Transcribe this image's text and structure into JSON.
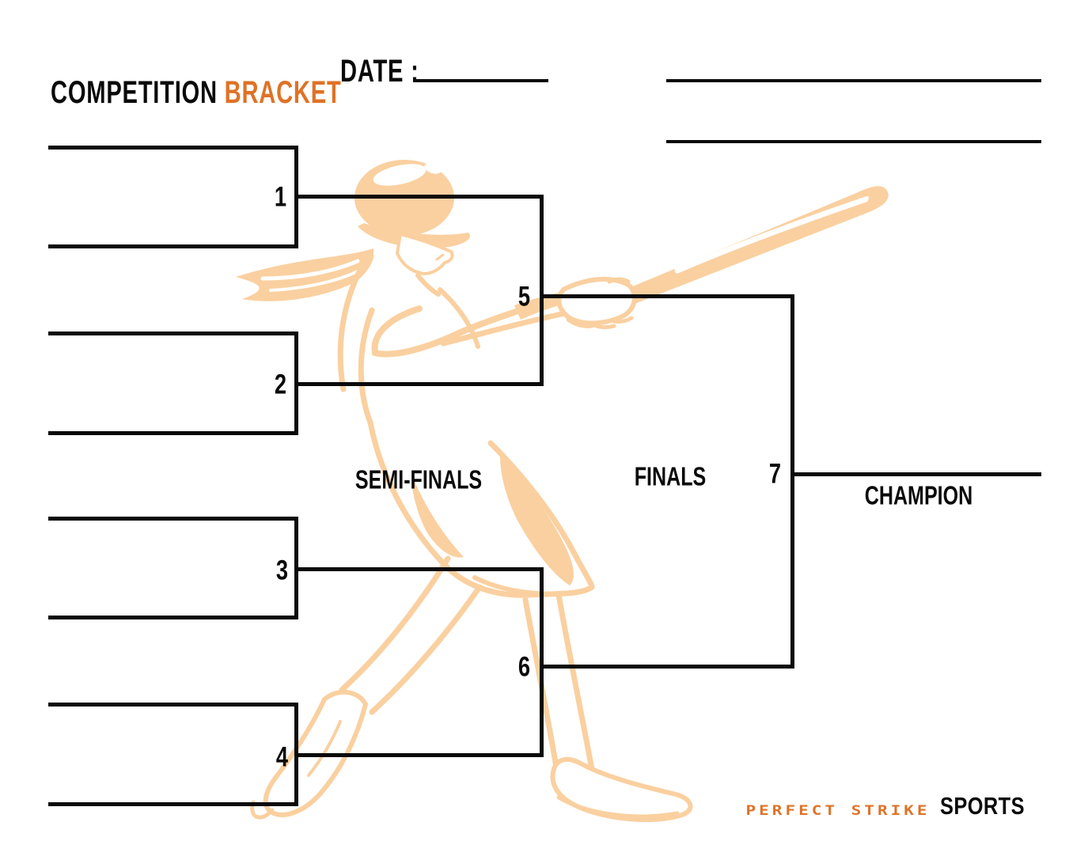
{
  "header": {
    "title_black": "COMPETITION",
    "title_accent": "BRACKET",
    "date_label": "DATE :"
  },
  "round_labels": {
    "semi_finals": "SEMI-FINALS",
    "finals": "FINALS",
    "champion": "CHAMPION"
  },
  "bracket": {
    "match_numbers": [
      "1",
      "2",
      "3",
      "4",
      "5",
      "6",
      "7"
    ]
  },
  "brand": {
    "name_accent": "PERFECT STRIKE",
    "name_black": "SPORTS"
  },
  "artwork": {
    "name": "softball-batter-swing-illustration"
  },
  "colors": {
    "accent": "#df7226",
    "art": "#fad0a0",
    "ink": "#0a0a0a"
  }
}
